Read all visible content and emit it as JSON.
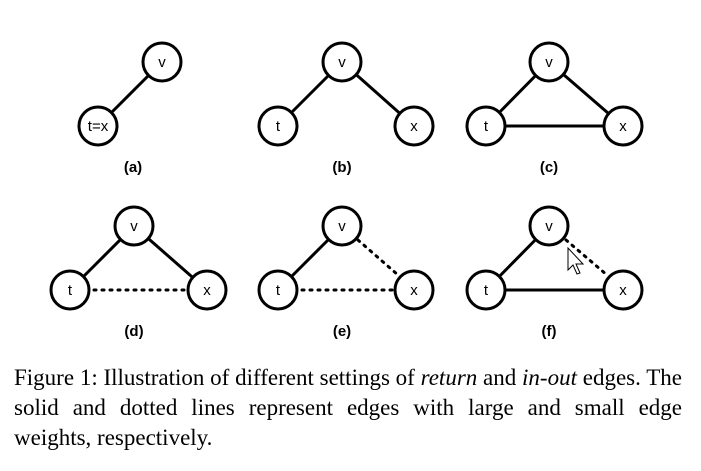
{
  "panels": [
    {
      "label": "(a)",
      "nodes": {
        "v": "v",
        "t": "t=x"
      }
    },
    {
      "label": "(b)",
      "nodes": {
        "v": "v",
        "t": "t",
        "x": "x"
      }
    },
    {
      "label": "(c)",
      "nodes": {
        "v": "v",
        "t": "t",
        "x": "x"
      }
    },
    {
      "label": "(d)",
      "nodes": {
        "v": "v",
        "t": "t",
        "x": "x"
      }
    },
    {
      "label": "(e)",
      "nodes": {
        "v": "v",
        "t": "t",
        "x": "x"
      }
    },
    {
      "label": "(f)",
      "nodes": {
        "v": "v",
        "t": "t",
        "x": "x"
      }
    }
  ],
  "caption": {
    "prefix": "Figure 1: Illustration of different settings of ",
    "italic1": "return",
    "middle": " and ",
    "italic2": "in-out",
    "suffix": " edges. The solid and dotted lines represent edges with large and small edge weights, respectively."
  }
}
